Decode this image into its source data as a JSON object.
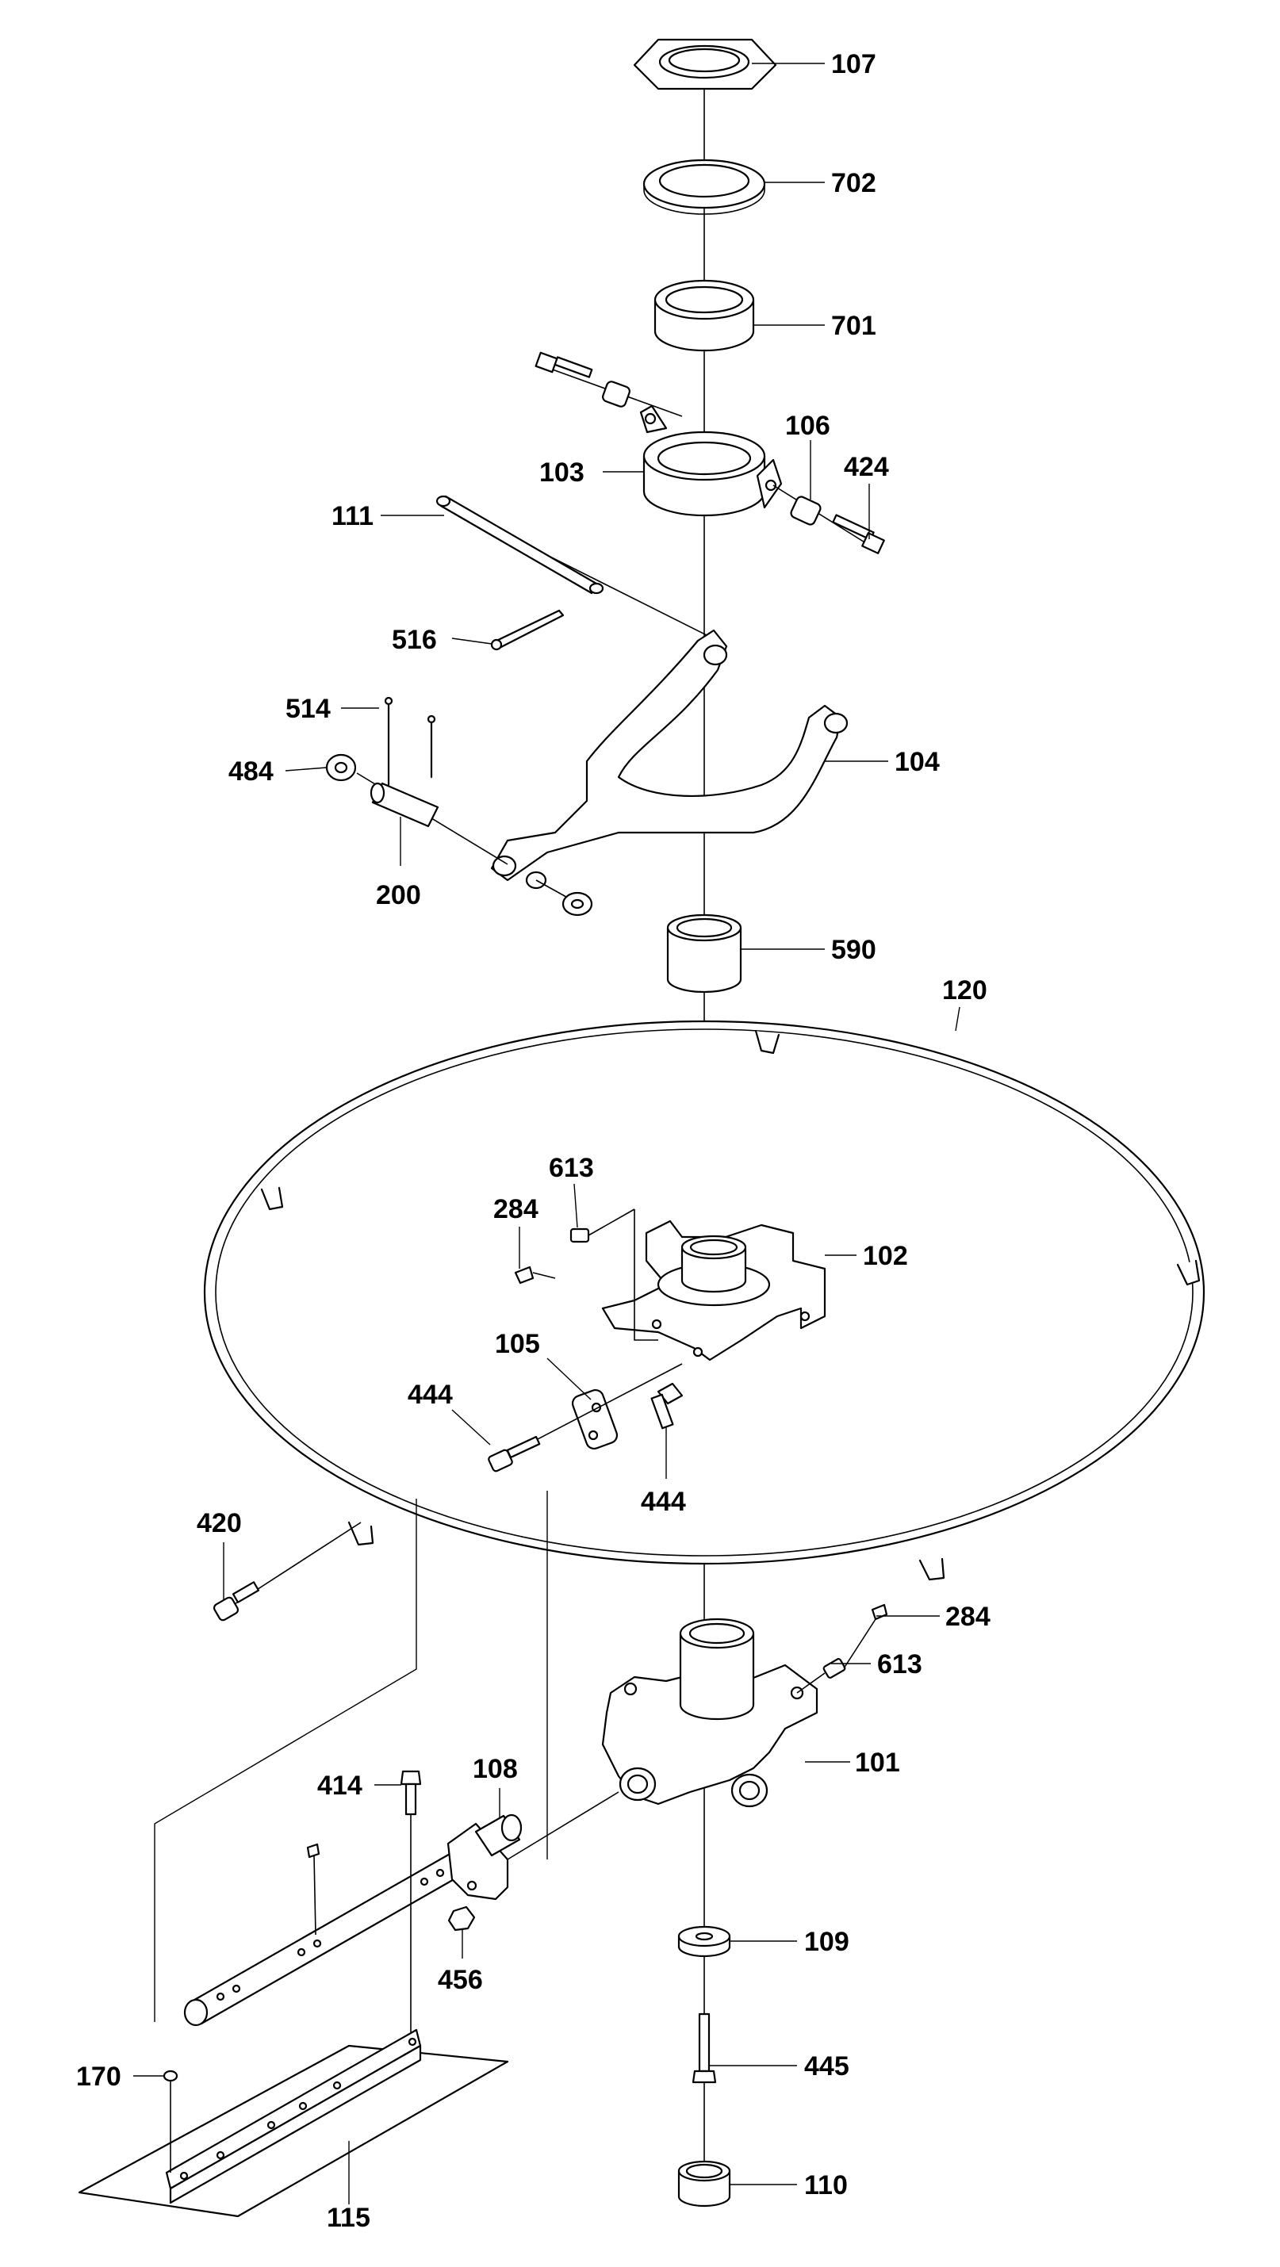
{
  "diagram": {
    "labels": {
      "p107": "107",
      "p702": "702",
      "p701": "701",
      "p106": "106",
      "p424": "424",
      "p103": "103",
      "p111": "111",
      "p516": "516",
      "p514": "514",
      "p484": "484",
      "p104": "104",
      "p200": "200",
      "p590": "590",
      "p120": "120",
      "p613a": "613",
      "p284a": "284",
      "p102": "102",
      "p105": "105",
      "p444a": "444",
      "p444b": "444",
      "p420": "420",
      "p284b": "284",
      "p613b": "613",
      "p101": "101",
      "p414": "414",
      "p108": "108",
      "p456": "456",
      "p109": "109",
      "p445": "445",
      "p170": "170",
      "p110": "110",
      "p115": "115"
    }
  }
}
